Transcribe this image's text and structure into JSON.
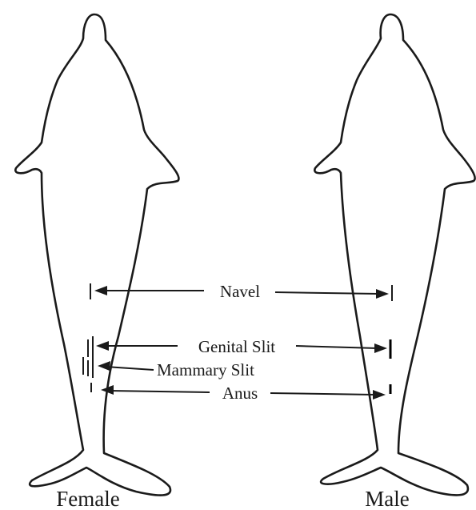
{
  "labels": {
    "navel": "Navel",
    "genital_slit": "Genital Slit",
    "mammary_slit": "Mammary Slit",
    "anus": "Anus"
  },
  "captions": {
    "female": "Female",
    "male": "Male"
  },
  "colors": {
    "ink": "#1a1a1a",
    "background": "#ffffff"
  }
}
